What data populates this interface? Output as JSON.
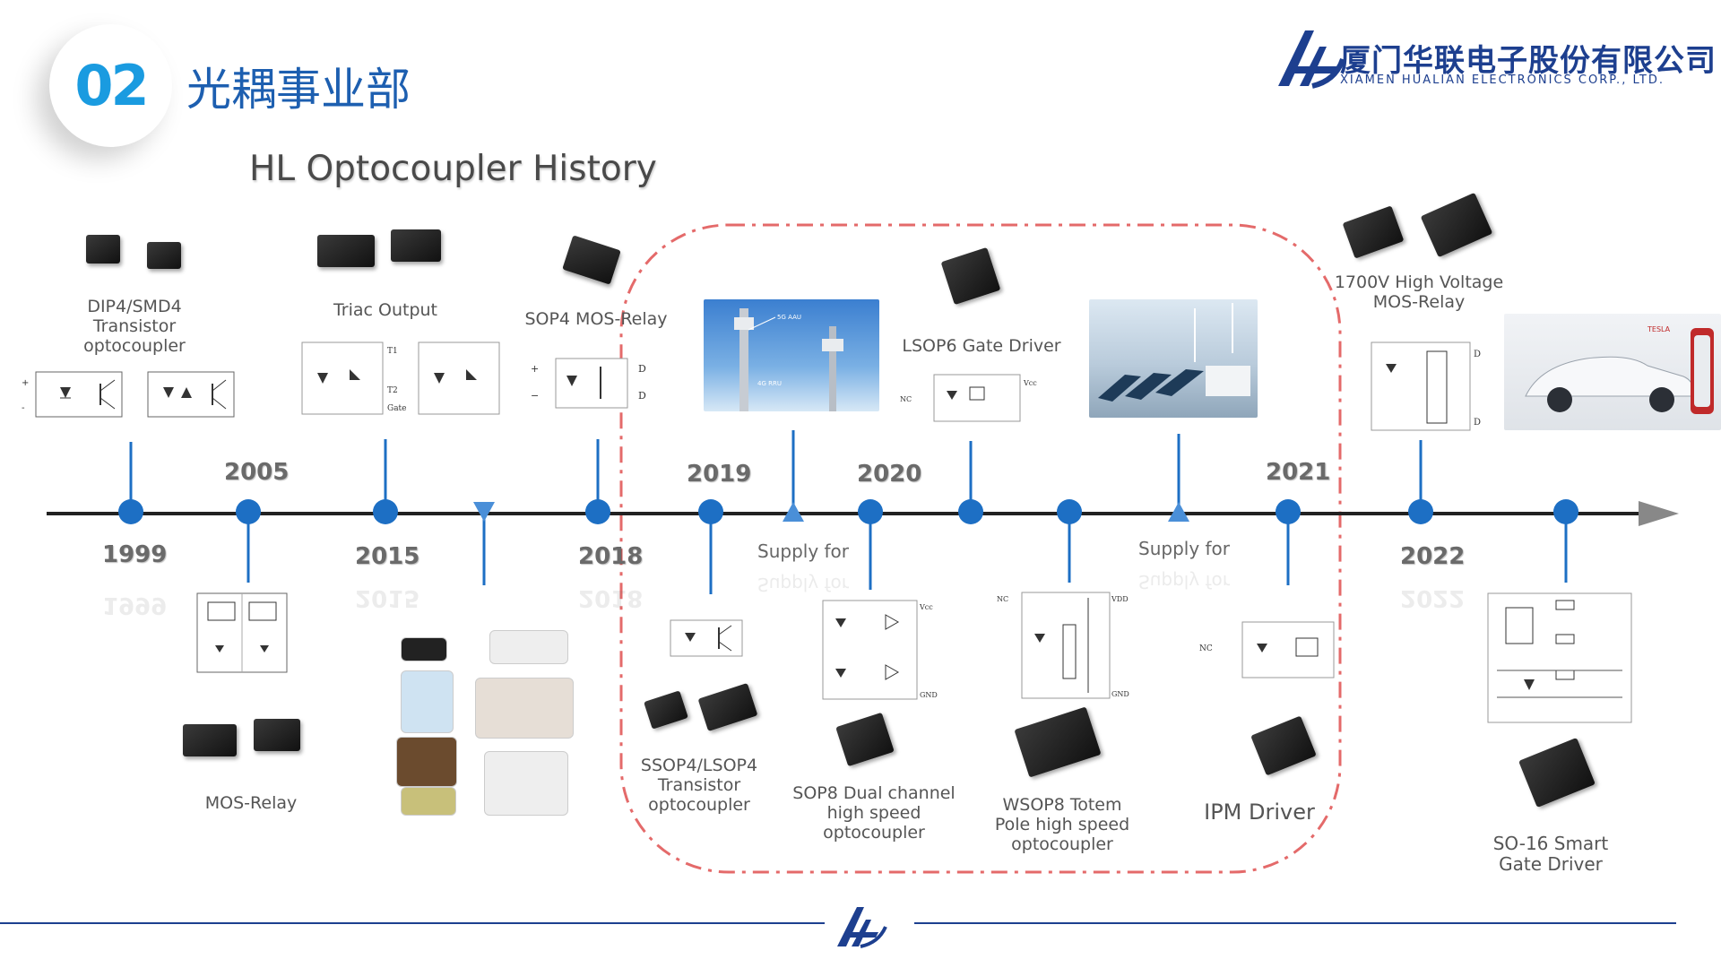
{
  "header": {
    "section_number": "02",
    "section_title": "光耦事业部",
    "history_title": "HL Optocoupler History",
    "company_cn": "厦门华联电子股份有限公司",
    "company_en": "XIAMEN HUALIAN ELECTRONICS CORP., LTD."
  },
  "timeline": {
    "years": {
      "y1999": "1999",
      "y2005": "2005",
      "y2015": "2015",
      "y2018": "2018",
      "y2019": "2019",
      "y2020": "2020",
      "y2021": "2021",
      "y2022": "2022"
    },
    "supply_label": "Supply for"
  },
  "products": {
    "dip4": "DIP4/SMD4\nTransistor\noptocoupler",
    "mos_relay": "MOS-Relay",
    "triac": "Triac Output",
    "sop4_mos": "SOP4 MOS-Relay",
    "ssop4": "SSOP4/LSOP4\nTransistor\noptocoupler",
    "sop8_dual": "SOP8 Dual channel\nhigh speed\noptocoupler",
    "lsop6": "LSOP6 Gate Driver",
    "wsop8": "WSOP8 Totem\nPole high speed\noptocoupler",
    "ipm": "IPM Driver",
    "hv_relay": "1700V High Voltage\nMOS-Relay",
    "so16": "SO-16 Smart\nGate Driver"
  },
  "photo_labels": {
    "tower_5g": "5G AAU",
    "tower_4g": "4G RRU",
    "tesla": "TESLA"
  },
  "colors": {
    "accent_blue": "#1d6fc4",
    "dashed_red": "#e46a6a",
    "brand": "#1d3f8f"
  }
}
